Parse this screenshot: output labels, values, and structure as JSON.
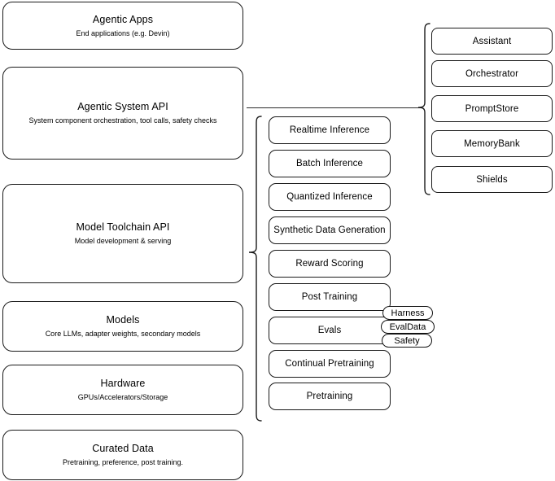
{
  "diagram": {
    "title": "AI stack layered architecture diagram",
    "stroke_color": "#1a1a1a",
    "background_color": "#ffffff"
  },
  "stack_layers": [
    {
      "title": "Agentic Apps",
      "subtitle": "End applications (e.g. Devin)"
    },
    {
      "title": "Agentic System API",
      "subtitle": "System component orchestration, tool calls, safety checks"
    },
    {
      "title": "Model Toolchain API",
      "subtitle": "Model development & serving"
    },
    {
      "title": "Models",
      "subtitle": "Core LLMs, adapter weights, secondary models"
    },
    {
      "title": "Hardware",
      "subtitle": "GPUs/Accelerators/Storage"
    },
    {
      "title": "Curated Data",
      "subtitle": "Pretraining, preference, post training."
    }
  ],
  "toolchain_components": [
    {
      "label": "Realtime Inference"
    },
    {
      "label": "Batch Inference"
    },
    {
      "label": "Quantized Inference"
    },
    {
      "label": "Synthetic Data Generation"
    },
    {
      "label": "Reward Scoring"
    },
    {
      "label": "Post Training"
    },
    {
      "label": "Evals"
    },
    {
      "label": "Continual Pretraining"
    },
    {
      "label": "Pretraining"
    }
  ],
  "evals_subcomponents": [
    {
      "label": "Harness"
    },
    {
      "label": "EvalData"
    },
    {
      "label": "Safety"
    }
  ],
  "agentic_system_components": [
    {
      "label": "Assistant"
    },
    {
      "label": "Orchestrator"
    },
    {
      "label": "PromptStore"
    },
    {
      "label": "MemoryBank"
    },
    {
      "label": "Shields"
    }
  ]
}
